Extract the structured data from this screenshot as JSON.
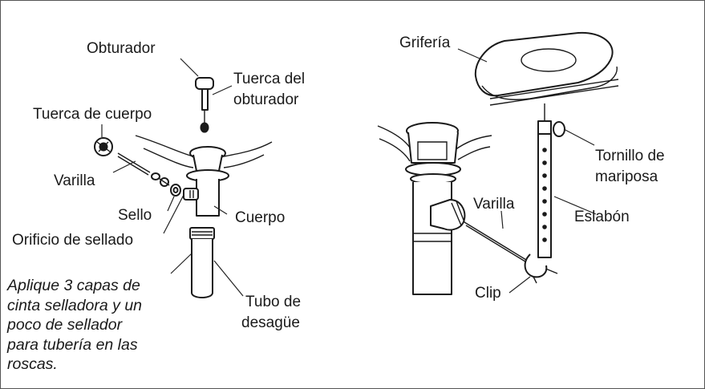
{
  "labels": {
    "obturador": "Obturador",
    "tuerca_obturador_1": "Tuerca del",
    "tuerca_obturador_2": "obturador",
    "tuerca_cuerpo": "Tuerca de cuerpo",
    "varilla_left": "Varilla",
    "sello": "Sello",
    "cuerpo": "Cuerpo",
    "orificio": "Orificio de sellado",
    "tubo_1": "Tubo de",
    "tubo_2": "desagüe",
    "griferia": "Grifería",
    "tornillo_1": "Tornillo de",
    "tornillo_2": "mariposa",
    "varilla_right": "Varilla",
    "eslabon": "Eslabón",
    "clip": "Clip"
  },
  "note": {
    "lines": [
      "Aplique 3 capas de",
      "cinta selladora y un",
      "poco de sellador",
      "para tubería en las",
      "roscas."
    ]
  }
}
